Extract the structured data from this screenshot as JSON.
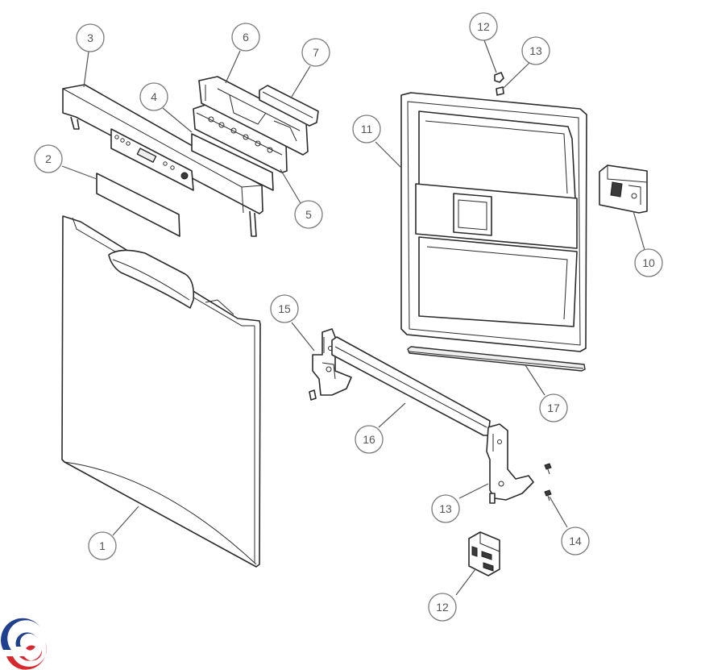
{
  "diagram": {
    "callouts": [
      "1",
      "2",
      "3",
      "4",
      "5",
      "6",
      "7",
      "10",
      "11",
      "12",
      "13",
      "12",
      "13",
      "14",
      "15",
      "16",
      "17"
    ]
  },
  "logo": {
    "icon": "brand-swirl-logo",
    "colors": {
      "blue": "#1f3f8f",
      "red": "#d6282f"
    }
  }
}
